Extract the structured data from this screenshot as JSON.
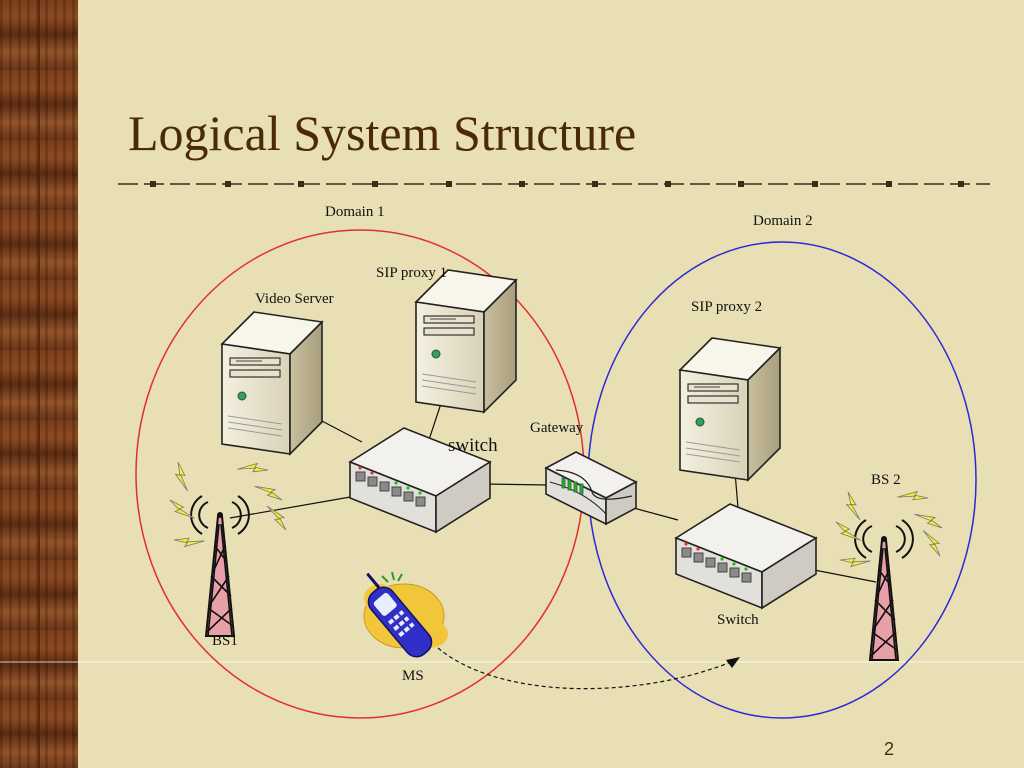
{
  "slide": {
    "title": "Logical System Structure",
    "page_number": "2"
  },
  "diagram": {
    "domains": [
      {
        "id": "domain1",
        "label": "Domain 1",
        "color": "#e03030"
      },
      {
        "id": "domain2",
        "label": "Domain 2",
        "color": "#2a2ad8"
      }
    ],
    "nodes": {
      "video_server": {
        "label": "Video Server",
        "icon": "server-tower-icon"
      },
      "sip_proxy_1": {
        "label": "SIP proxy 1",
        "icon": "server-tower-icon"
      },
      "sip_proxy_2": {
        "label": "SIP proxy 2",
        "icon": "server-tower-icon"
      },
      "switch_1": {
        "label": "switch",
        "icon": "network-switch-icon"
      },
      "switch_2": {
        "label": "Switch",
        "icon": "network-switch-icon"
      },
      "gateway": {
        "label": "Gateway",
        "icon": "gateway-router-icon"
      },
      "bs1": {
        "label": "BS1",
        "icon": "radio-tower-icon"
      },
      "bs2": {
        "label": "BS 2",
        "icon": "radio-tower-icon"
      },
      "ms": {
        "label": "MS",
        "icon": "mobile-phone-icon"
      }
    }
  }
}
